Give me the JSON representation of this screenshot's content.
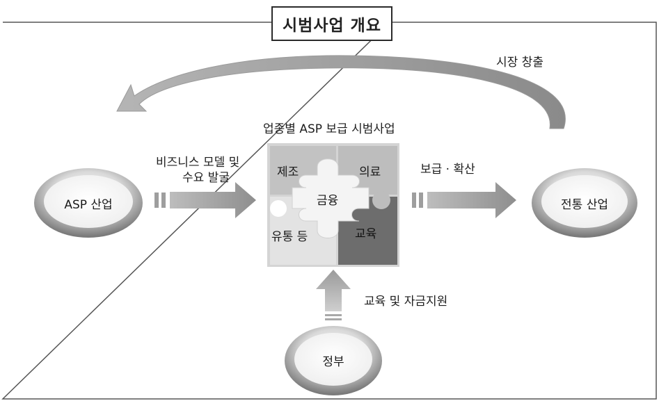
{
  "title": "시범사업 개요",
  "top_arrow_label": "시장 창출",
  "center_label": "업종별 ASP 보급 시범사업",
  "left_arrow_label": [
    "비즈니스 모델 및",
    "수요 발굴"
  ],
  "right_arrow_label": "보급 · 확산",
  "bottom_arrow_label": "교육 및 자금지원",
  "nodes": {
    "left": "ASP 산업",
    "right": "전통 산업",
    "bottom": "정부"
  },
  "puzzle": {
    "top_left": "제조",
    "top_right": "의료",
    "center": "금융",
    "bottom_left": "유통 등",
    "bottom_right": "교육"
  }
}
